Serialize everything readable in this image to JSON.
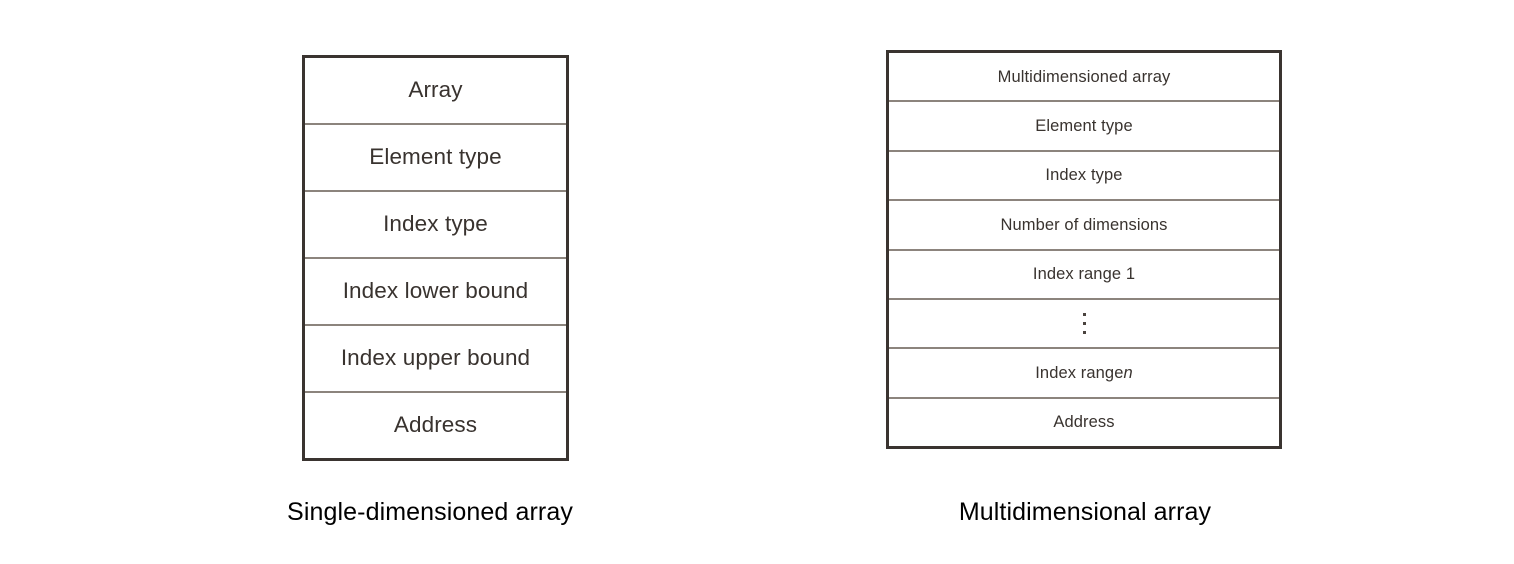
{
  "figure": {
    "background_color": "#ffffff",
    "outer_border_color": "#3a3430",
    "inner_border_color": "#8c847d",
    "text_color": "#39332f",
    "caption_color": "#000000"
  },
  "single_dimensioned": {
    "caption": "Single-dimensioned array",
    "rows": [
      {
        "label": "Array"
      },
      {
        "label": "Element type"
      },
      {
        "label": "Index type"
      },
      {
        "label": "Index lower bound"
      },
      {
        "label": "Index upper bound"
      },
      {
        "label": "Address"
      }
    ]
  },
  "multidimensional": {
    "caption": "Multidimensional array",
    "rows": [
      {
        "label": "Multidimensioned array"
      },
      {
        "label": "Element type"
      },
      {
        "label": "Index type"
      },
      {
        "label": "Number of dimensions"
      },
      {
        "label": "Index range 1"
      },
      {
        "label": "⋮",
        "kind": "vertical-ellipsis"
      },
      {
        "label": "Index range n",
        "label_prefix": "Index range ",
        "label_italic": "n"
      },
      {
        "label": "Address"
      }
    ]
  }
}
